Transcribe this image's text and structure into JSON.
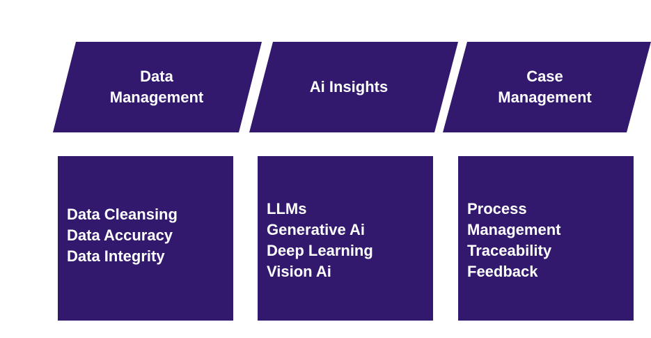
{
  "colors": {
    "shape_fill": "#32196e",
    "text": "#ffffff",
    "background": "#ffffff"
  },
  "columns": [
    {
      "header": "Data\nManagement",
      "items": [
        "Data Cleansing",
        "Data Accuracy",
        "Data Integrity"
      ]
    },
    {
      "header": "Ai Insights",
      "items": [
        "LLMs",
        "Generative Ai",
        "Deep Learning",
        "Vision Ai"
      ]
    },
    {
      "header": "Case\nManagement",
      "items": [
        "Process",
        "Management",
        "Traceability",
        "Feedback"
      ]
    }
  ]
}
